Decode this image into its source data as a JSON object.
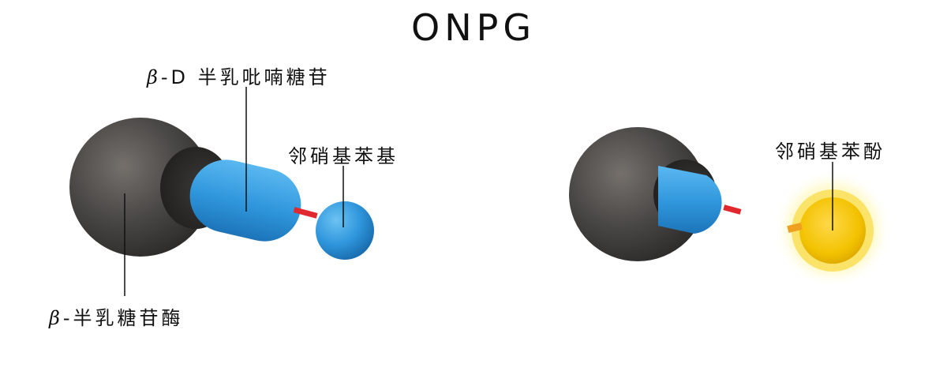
{
  "diagram": {
    "title": "ONPG",
    "labels": {
      "galactoside_beta": "β",
      "galactoside": "-D 半乳吡喃糖苷",
      "nitrophenyl_group": "邻硝基苯基",
      "enzyme_beta": "β",
      "enzyme": "-半乳糖苷酶",
      "nitrophenol": "邻硝基苯酚"
    },
    "colors": {
      "enzyme": "#4a4847",
      "substrate_blue": "#2f96dc",
      "bond_red": "#e0282e",
      "product_yellow": "#f2c200",
      "glow": "#fff59a",
      "bond_orange": "#f0a020"
    }
  }
}
